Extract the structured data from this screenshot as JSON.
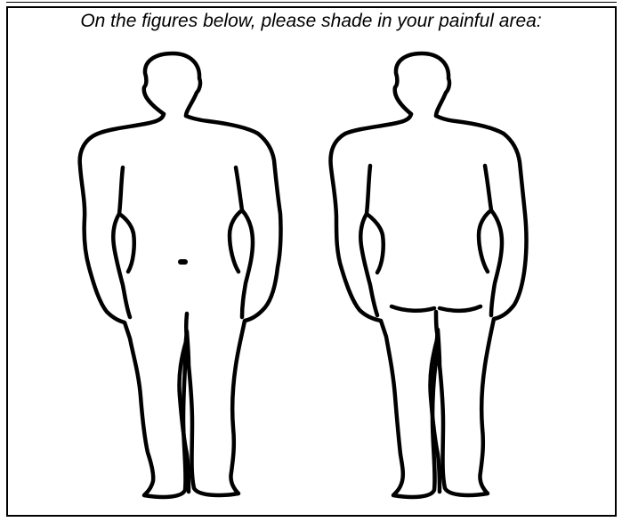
{
  "form": {
    "instruction": "On the figures below, please shade in your painful area:"
  },
  "figures": [
    {
      "view": "front",
      "icon": "body-front-outline-icon"
    },
    {
      "view": "back",
      "icon": "body-back-outline-icon"
    }
  ]
}
